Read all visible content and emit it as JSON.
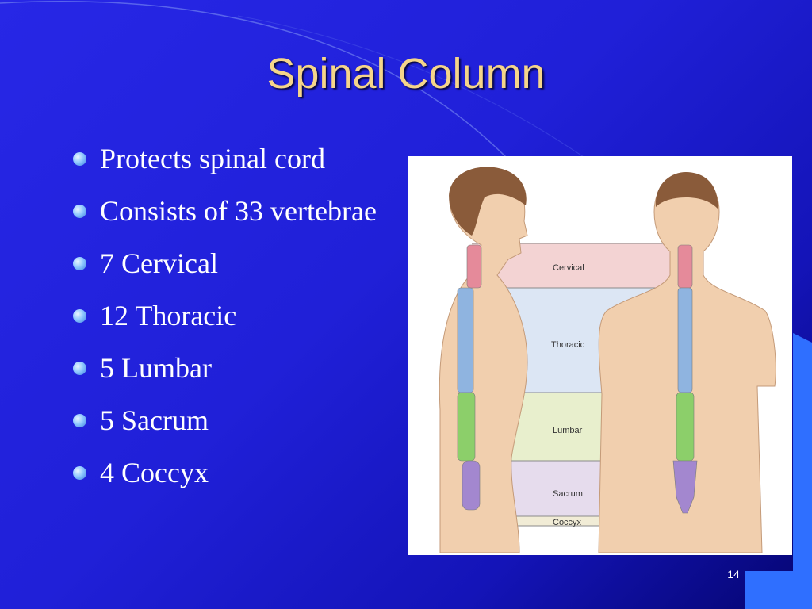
{
  "slide": {
    "title": "Spinal Column",
    "bullets": [
      "Protects spinal cord",
      "Consists of 33 vertebrae",
      "7 Cervical",
      "12 Thoracic",
      "5 Lumbar",
      "5 Sacrum",
      "4 Coccyx"
    ],
    "page_number": "14"
  },
  "figure": {
    "regions": [
      "Cervical",
      "Thoracic",
      "Lumbar",
      "Sacrum",
      "Coccyx"
    ]
  },
  "colors": {
    "title": "#f5d58a",
    "cervical": "#f3d3d3",
    "thoracic": "#dce6f4",
    "lumbar": "#e8efcd",
    "sacrum": "#e6dced",
    "coccyx": "#f1ecd6"
  }
}
